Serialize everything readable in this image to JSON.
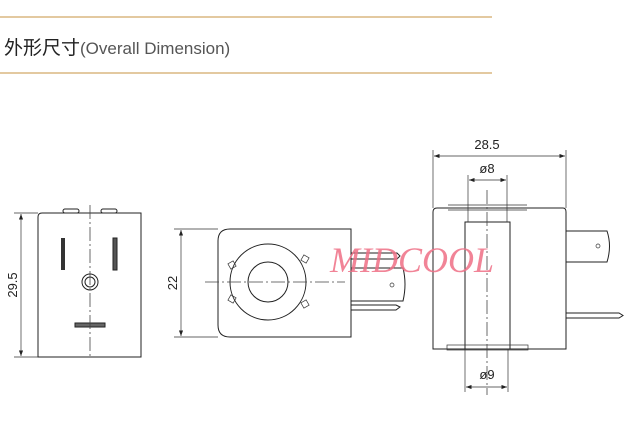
{
  "header": {
    "title_cn": "外形尺寸",
    "title_en": "(Overall Dimension)"
  },
  "dimensions": {
    "height": "29.5",
    "width_side": "22",
    "length": "28.5",
    "inner_diameter": "ø8",
    "outer_diameter": "ø9"
  },
  "watermark": "MIDCOOL",
  "colors": {
    "rule": "#e3c9a0",
    "watermark": "#ef6f86"
  }
}
